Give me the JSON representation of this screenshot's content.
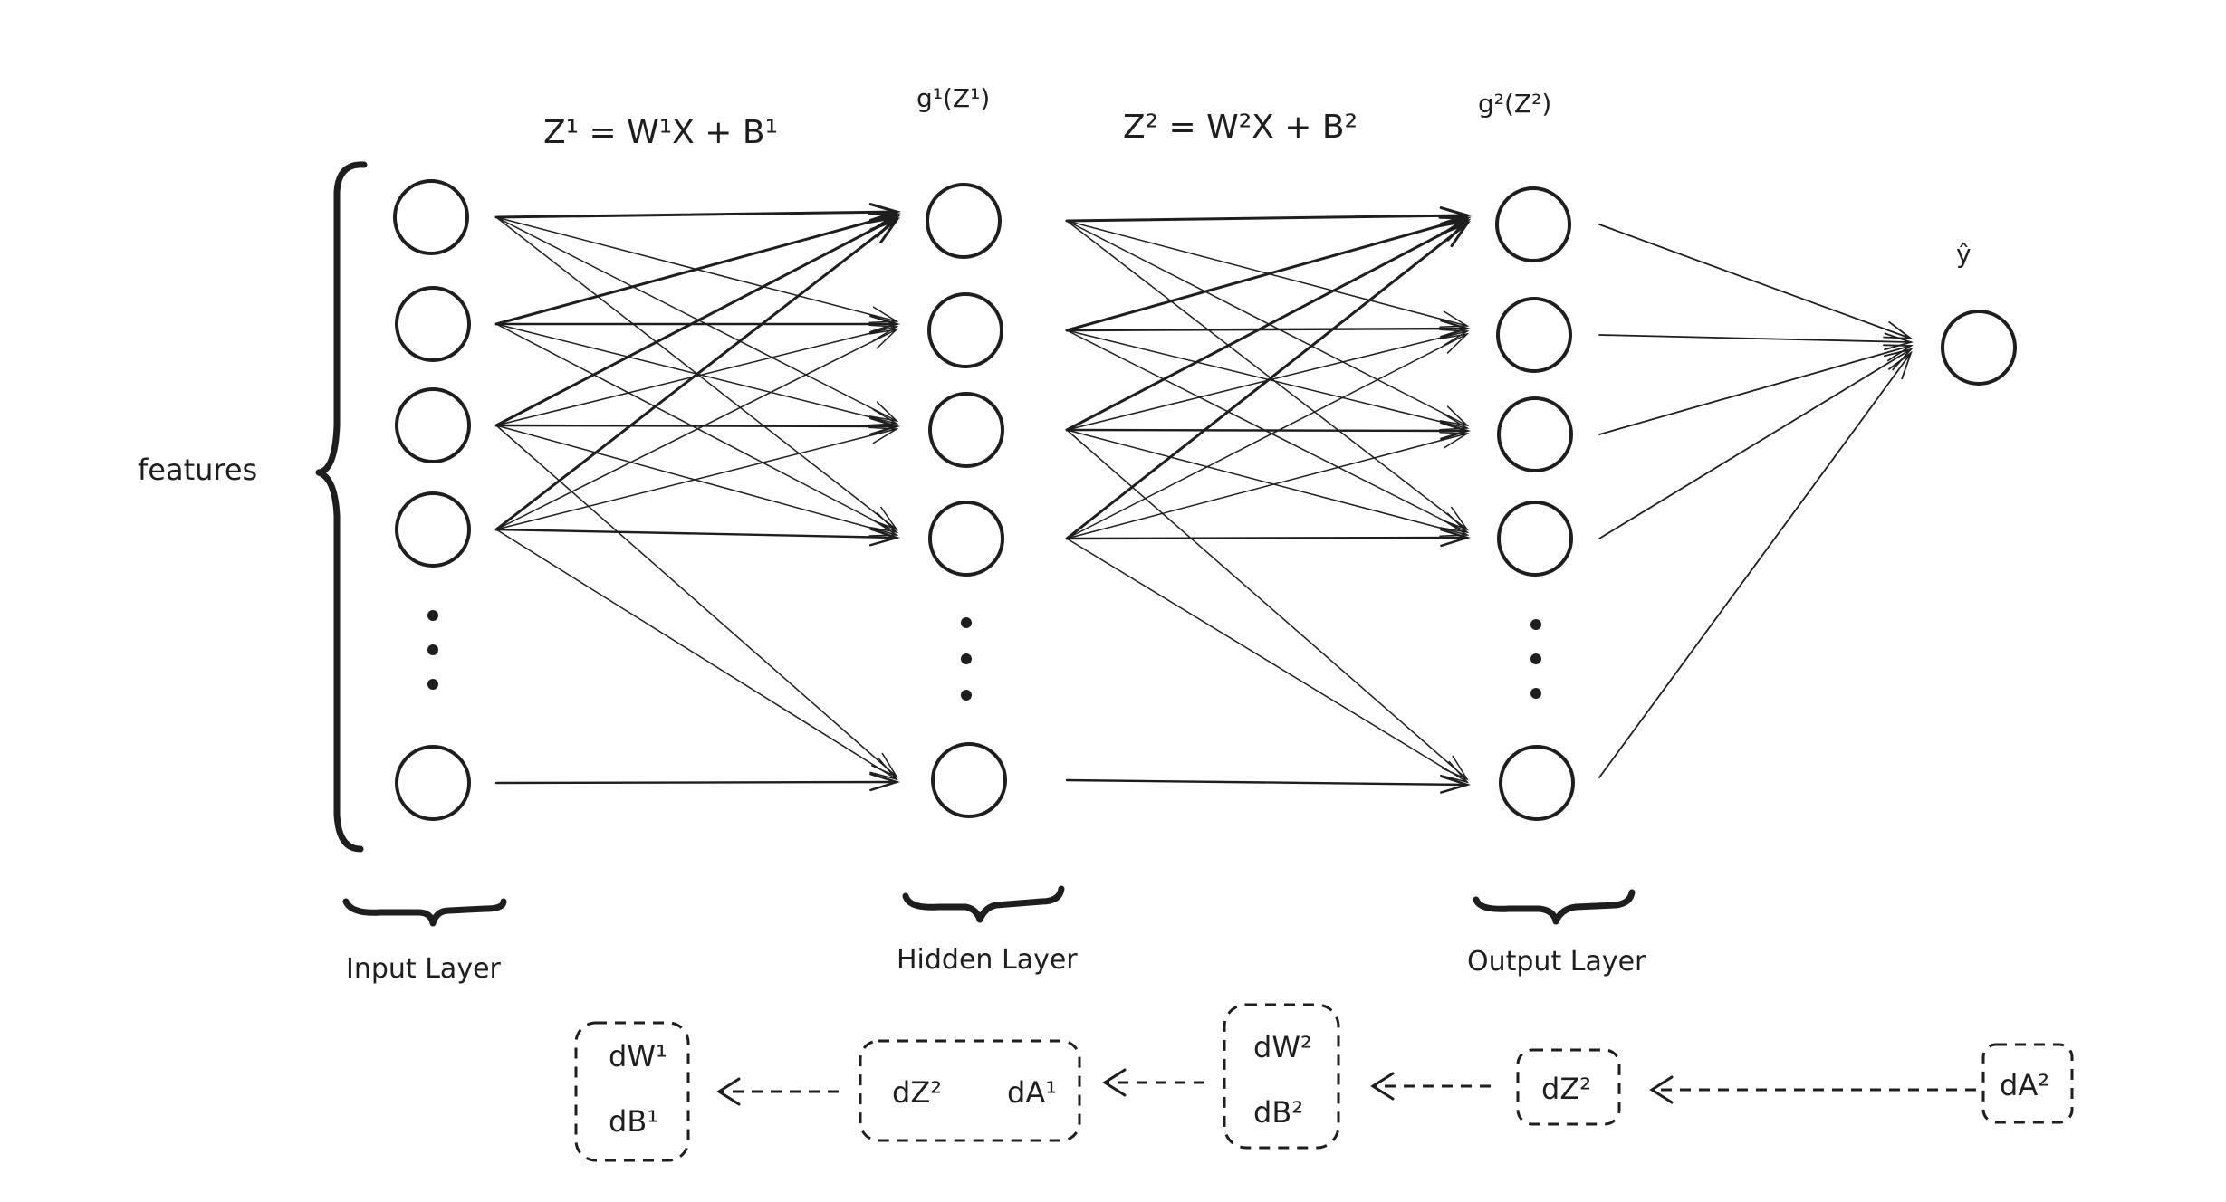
{
  "equations": {
    "z1": "Z¹ = W¹X + B¹",
    "z2": "Z² = W²X + B²"
  },
  "activations": {
    "g1": "g¹(Z¹)",
    "g2": "g²(Z²)"
  },
  "output_label": "ŷ",
  "features_label": "features",
  "layers": {
    "input": "Input Layer",
    "hidden": "Hidden Layer",
    "output": "Output Layer"
  },
  "backprop": {
    "box1": [
      "dW¹",
      "dB¹"
    ],
    "box2": [
      "dZ²",
      "dA¹"
    ],
    "box3": [
      "dW²",
      "dB²"
    ],
    "box4": [
      "dZ²"
    ],
    "box5": [
      "dA²"
    ]
  },
  "colors": {
    "stroke": "#1e1e1e",
    "background": "#ffffff"
  }
}
